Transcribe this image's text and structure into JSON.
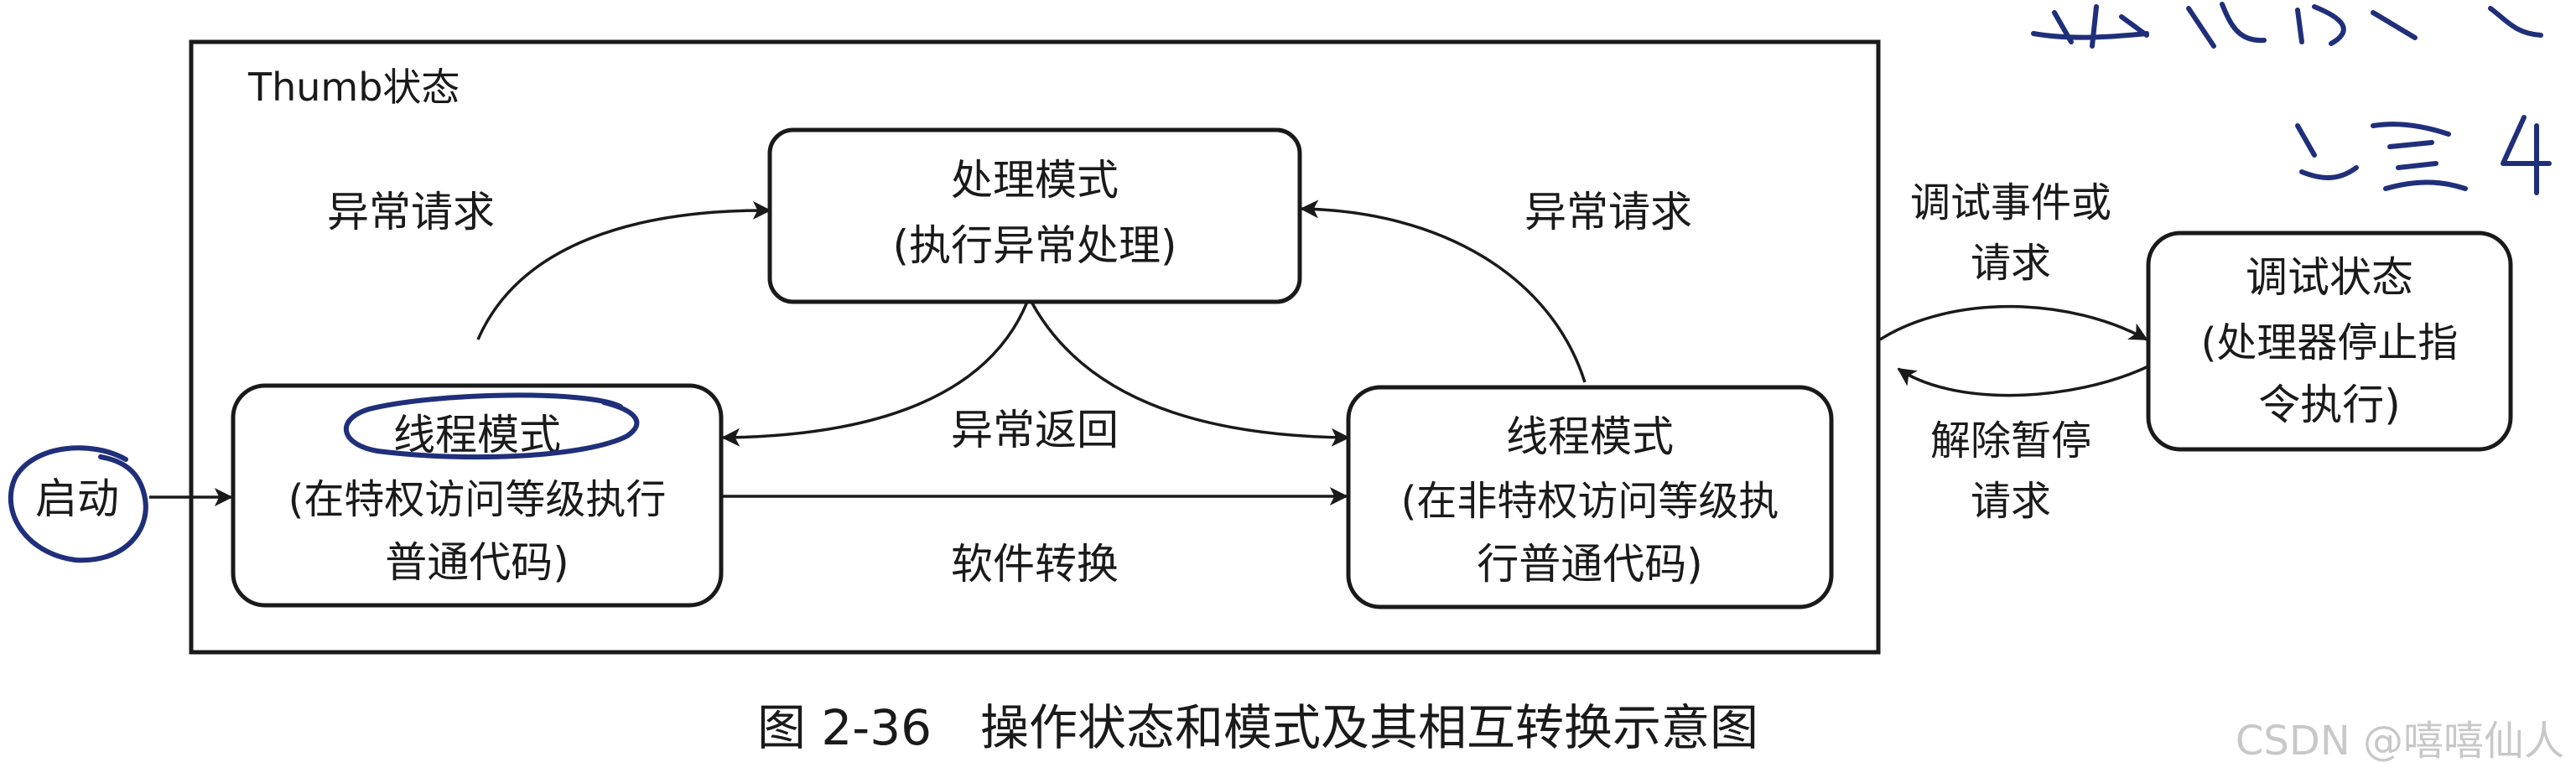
{
  "frame": {
    "label": "Thumb状态"
  },
  "nodes": {
    "handler_mode": {
      "line1": "处理模式",
      "line2": "(执行异常处理)"
    },
    "thread_priv": {
      "line1": "线程模式",
      "line2": "(在特权访问等级执行",
      "line3": "普通代码)"
    },
    "thread_unpriv": {
      "line1": "线程模式",
      "line2": "(在非特权访问等级执",
      "line3": "行普通代码)"
    },
    "debug_state": {
      "line1": "调试状态",
      "line2": "(处理器停止指",
      "line3": "令执行)"
    },
    "start": {
      "label": "启动"
    }
  },
  "edges": {
    "exception_request_left": "异常请求",
    "exception_request_right": "异常请求",
    "exception_return": "异常返回",
    "software_switch": "软件转换",
    "debug_event": {
      "line1": "调试事件或",
      "line2": "请求"
    },
    "release_halt": {
      "line1": "解除暂停",
      "line2": "请求"
    }
  },
  "caption": "图 2-36　操作状态和模式及其相互转换示意图",
  "watermark": "CSDN @嘻嘻仙人",
  "colors": {
    "ink": "#1a1a1a",
    "handwriting": "#1f2f7a",
    "watermark": "#c8c8c8"
  }
}
